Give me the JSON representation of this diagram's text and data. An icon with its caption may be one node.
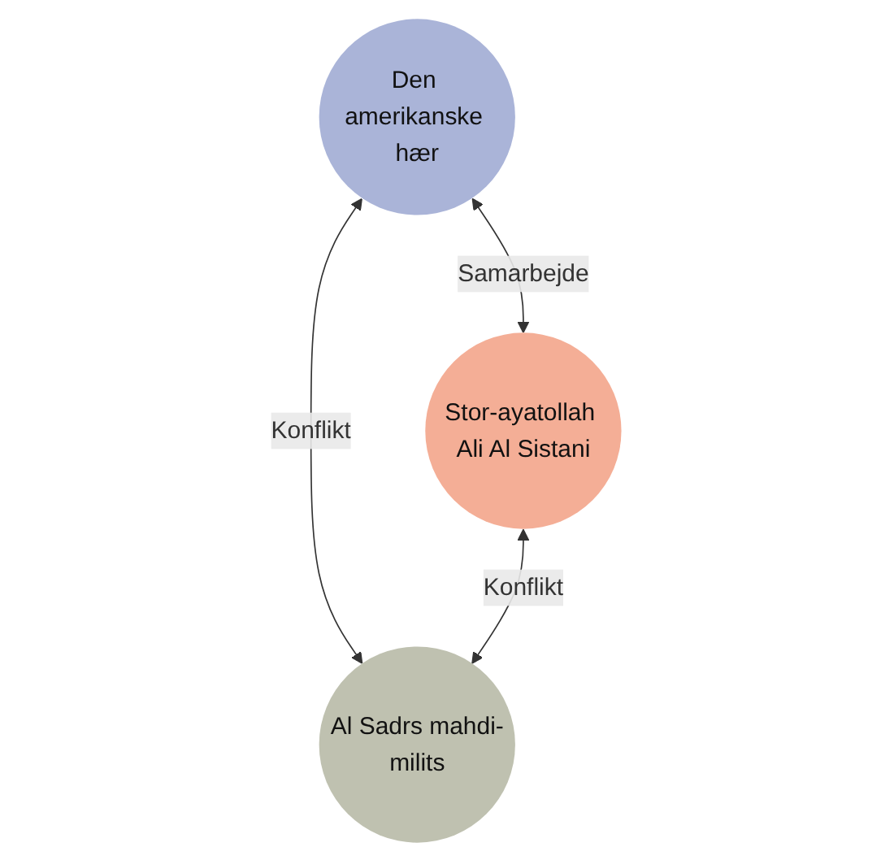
{
  "diagram": {
    "nodes": [
      {
        "text": [
          "Den amerikanske hær"
        ]
      },
      {
        "text": [
          "Stor-ayatollah Ali Al Sistani"
        ]
      },
      {
        "text": [
          "Al Sadrs mahdi-milits"
        ]
      }
    ],
    "edges": [
      {
        "from": 0,
        "to": 1,
        "arrow": "both",
        "label": "Samarbejde"
      },
      {
        "from": 0,
        "to": 2,
        "arrow": "both",
        "label": "Konflikt"
      },
      {
        "from": 1,
        "to": 2,
        "arrow": "both",
        "label": "Konflikt"
      }
    ]
  }
}
